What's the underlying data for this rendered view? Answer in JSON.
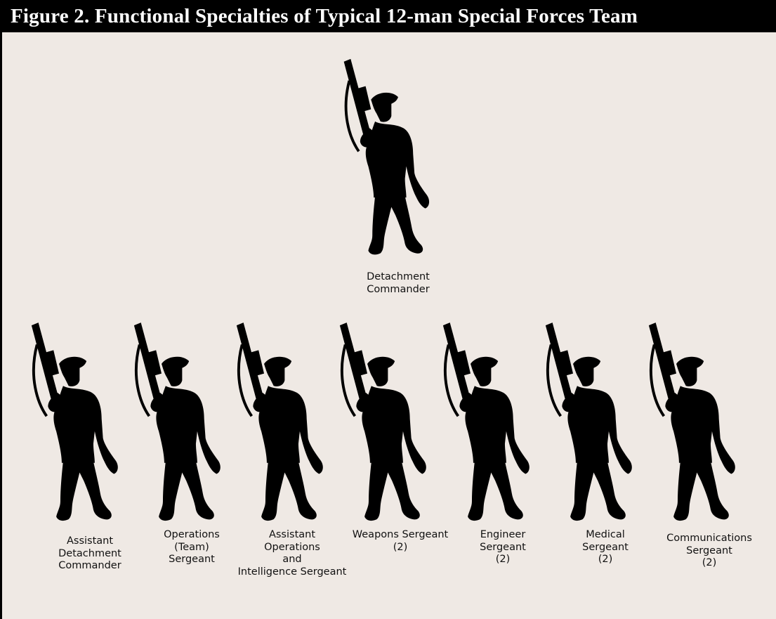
{
  "figure": {
    "title": "Figure 2. Functional Specialties of Typical 12-man Special Forces Team",
    "colors": {
      "background": "#efe9e4",
      "title_bar": "#000000",
      "title_text": "#ffffff",
      "silhouette": "#000000"
    }
  },
  "commander": {
    "lines": [
      "Detachment",
      "Commander"
    ]
  },
  "team": [
    {
      "lines": [
        "Assistant",
        "Detachment",
        "Commander"
      ]
    },
    {
      "lines": [
        "Operations",
        "(Team)",
        "Sergeant"
      ]
    },
    {
      "lines": [
        "Assistant",
        "Operations",
        "and",
        "Intelligence Sergeant"
      ]
    },
    {
      "lines": [
        "Weapons Sergeant",
        "(2)"
      ]
    },
    {
      "lines": [
        "Engineer",
        "Sergeant",
        "(2)"
      ]
    },
    {
      "lines": [
        "Medical",
        "Sergeant",
        "(2)"
      ]
    },
    {
      "lines": [
        "Communications",
        "Sergeant",
        "(2)"
      ]
    }
  ]
}
